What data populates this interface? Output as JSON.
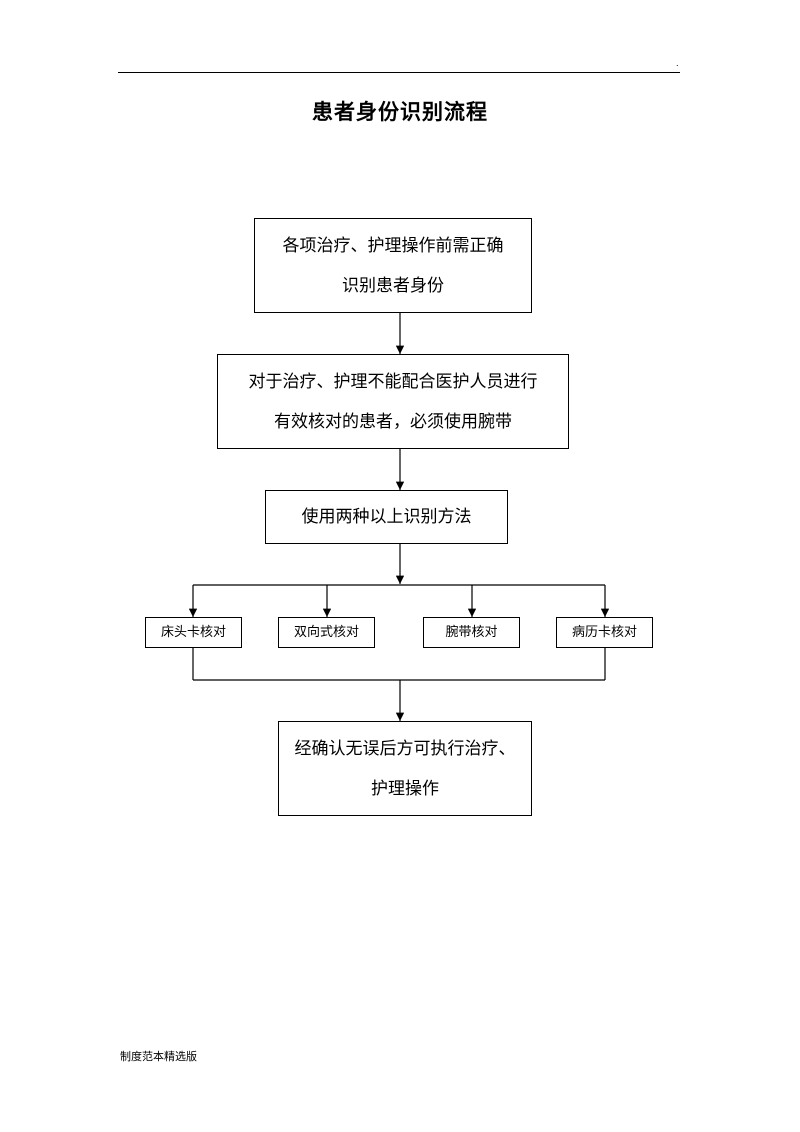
{
  "header": {
    "mark": "."
  },
  "title": "患者身份识别流程",
  "steps": {
    "step1": {
      "line1": "各项治疗、护理操作前需正确",
      "line2": "识别患者身份"
    },
    "step2": {
      "line1": "对于治疗、护理不能配合医护人员进行",
      "line2": "有效核对的患者，必须使用腕带"
    },
    "step3": {
      "line1": "使用两种以上识别方法"
    },
    "methods": [
      "床头卡核对",
      "双向式核对",
      "腕带核对",
      "病历卡核对"
    ],
    "step5": {
      "line1": "经确认无误后方可执行治疗、",
      "line2": "护理操作"
    }
  },
  "footer": "制度范本精选版"
}
